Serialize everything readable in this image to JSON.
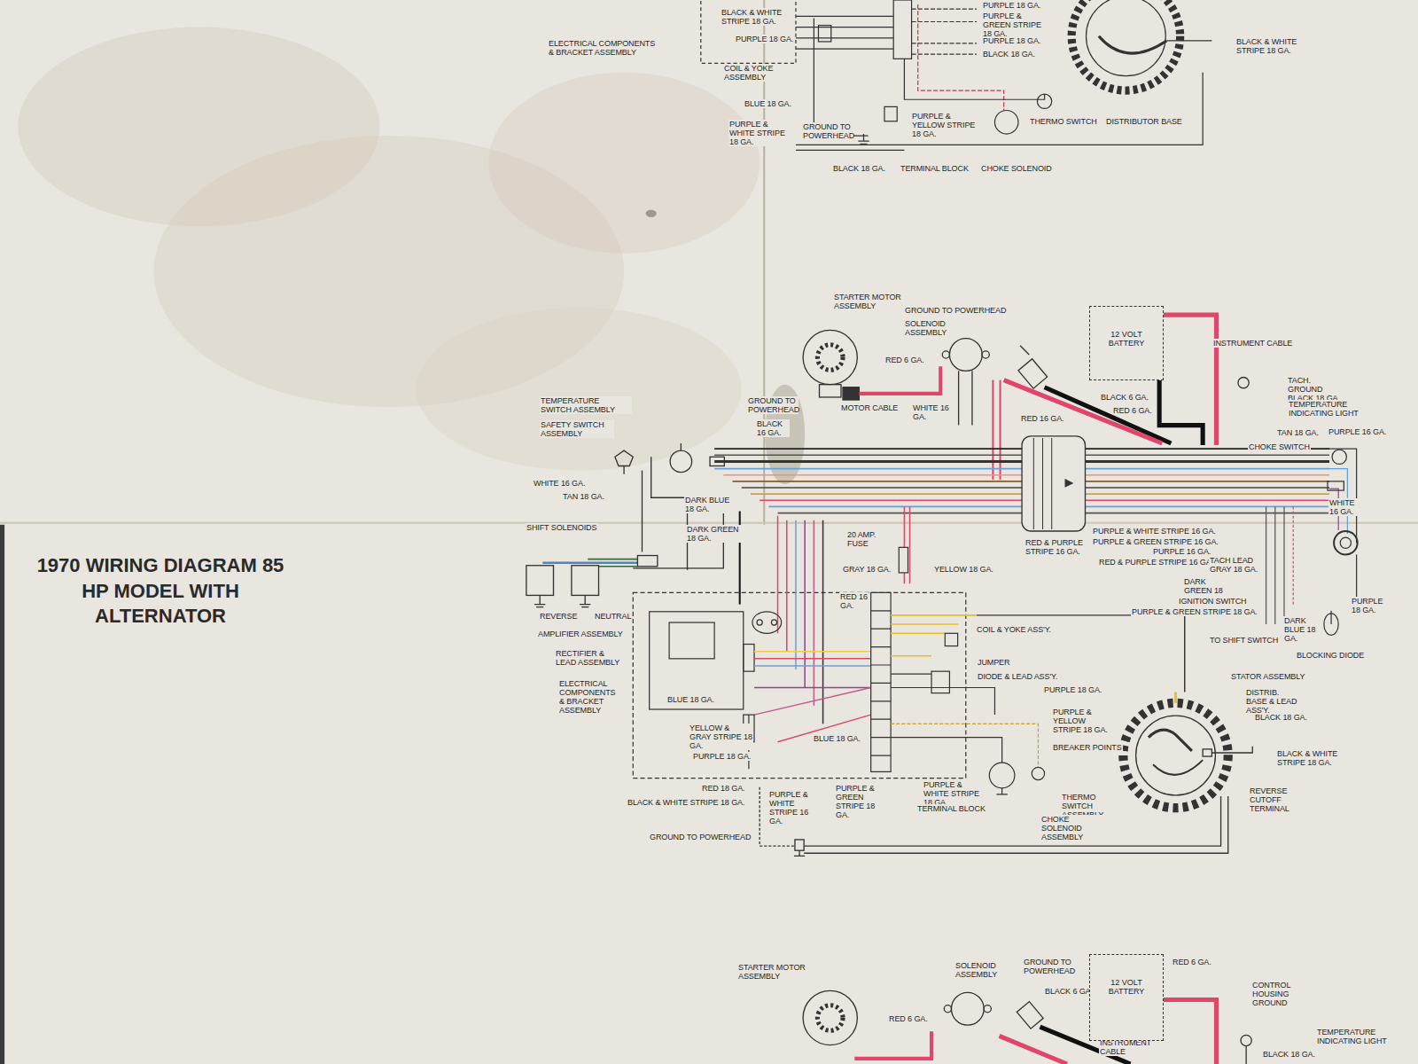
{
  "diagram": {
    "title": "1970 WIRING DIAGRAM 85 HP MODEL WITH ALTERNATOR",
    "nodes": [
      {
        "text": [
          "12 VOLT BATTERY"
        ]
      },
      {
        "text": [
          "12 VOLT BATTERY"
        ]
      }
    ],
    "labels": [
      "BLACK & WHITE STRIPE 18 GA.",
      "PURPLE 18 GA.",
      "ELECTRICAL COMPONENTS & BRACKET ASSEMBLY",
      "COIL & YOKE ASSEMBLY",
      "BLUE 18 GA.",
      "PURPLE & WHITE STRIPE 18 GA.",
      "GROUND TO POWERHEAD",
      "BLACK 18 GA.",
      "TERMINAL BLOCK",
      "CHOKE SOLENOID",
      "PURPLE & YELLOW STRIPE 18 GA.",
      "THERMO SWITCH",
      "DISTRIBUTOR BASE",
      "PURPLE 18 GA.",
      "PURPLE & GREEN STRIPE 18 GA.",
      "PURPLE 18 GA.",
      "BLACK 18 GA.",
      "BLACK & WHITE STRIPE 18 GA.",
      "STARTER MOTOR ASSEMBLY",
      "GROUND TO POWERHEAD",
      "SOLENOID ASSEMBLY",
      "INSTRUMENT CABLE",
      "RED 6 GA.",
      "TACH. GROUND BLACK 18 GA.",
      "TEMPERATURE INDICATING LIGHT",
      "BLACK 6 GA.",
      "RED 6 GA.",
      "MOTOR CABLE",
      "WHITE 16 GA.",
      "RED 16 GA.",
      "TAN 18 GA.",
      "PURPLE 16 GA.",
      "CHOKE SWITCH",
      "TEMPERATURE SWITCH ASSEMBLY",
      "SAFETY SWITCH ASSEMBLY",
      "GROUND TO POWERHEAD",
      "BLACK 16 GA.",
      "WHITE 16 GA.",
      "TAN 18 GA.",
      "DARK BLUE 18 GA.",
      "DARK GREEN 18 GA.",
      "SHIFT SOLENOIDS",
      "WHITE 16 GA.",
      "20 AMP. FUSE",
      "RED & PURPLE STRIPE 16 GA.",
      "PURPLE & WHITE STRIPE 16 GA.",
      "PURPLE & GREEN STRIPE 16 GA.",
      "PURPLE 16 GA.",
      "RED & PURPLE STRIPE 16 GA.",
      "TACH LEAD GRAY 18 GA.",
      "DARK GREEN 18 GA.",
      "GRAY 18 GA.",
      "YELLOW 18 GA.",
      "RED 16 GA.",
      "IGNITION SWITCH",
      "PURPLE & GREEN STRIPE 18 GA.",
      "PURPLE 18 GA.",
      "DARK BLUE 18 GA.",
      "REVERSE",
      "NEUTRAL",
      "AMPLIFIER ASSEMBLY",
      "COIL & YOKE ASS'Y.",
      "TO SHIFT SWITCH",
      "BLOCKING DIODE",
      "RECTIFIER & LEAD ASSEMBLY",
      "JUMPER",
      "DIODE & LEAD ASS'Y.",
      "STATOR ASSEMBLY",
      "ELECTRICAL COMPONENTS & BRACKET ASSEMBLY",
      "PURPLE 18 GA.",
      "DISTRIB. BASE & LEAD ASS'Y.",
      "BLUE 18 GA.",
      "PURPLE & YELLOW STRIPE 18 GA.",
      "BLACK 18 GA.",
      "YELLOW & GRAY STRIPE 18 GA.",
      "BLUE 18 GA.",
      "BREAKER POINTS",
      "BLACK & WHITE STRIPE 18 GA.",
      "PURPLE 18 GA.",
      "RED 18 GA.",
      "PURPLE & WHITE STRIPE 16 GA.",
      "PURPLE & GREEN STRIPE 18 GA.",
      "PURPLE & WHITE STRIPE 18 GA.",
      "THERMO SWITCH ASSEMBLY",
      "REVERSE CUTOFF TERMINAL",
      "BLACK & WHITE STRIPE 18 GA.",
      "TERMINAL BLOCK",
      "CHOKE SOLENOID ASSEMBLY",
      "GROUND TO POWERHEAD",
      "STARTER MOTOR ASSEMBLY",
      "SOLENOID ASSEMBLY",
      "GROUND TO POWERHEAD",
      "BLACK 6 GA.",
      "RED 6 GA.",
      "CONTROL HOUSING GROUND",
      "RED 6 GA.",
      "INSTRUMENT CABLE",
      "TEMPERATURE INDICATING LIGHT",
      "BLACK 18 GA."
    ]
  }
}
